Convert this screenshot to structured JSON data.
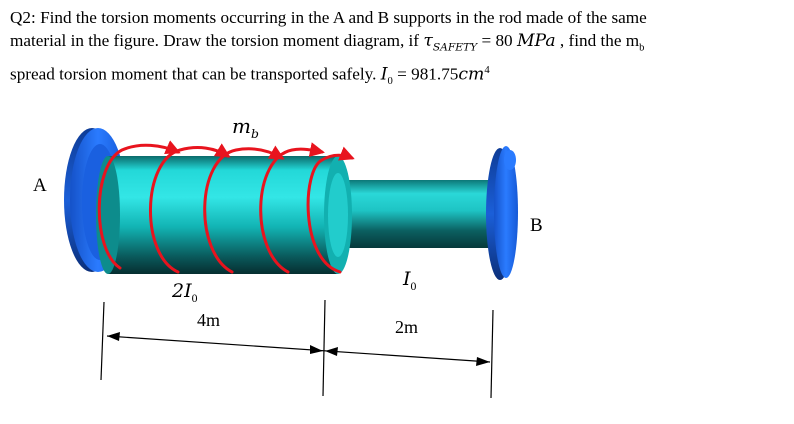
{
  "question": {
    "line1": "Q2: Find the torsion moments occurring in the A and B supports in the rod made of the same",
    "line2_pre": "material in the figure. Draw the torsion moment diagram, if ",
    "tau_symbol": "τ",
    "tau_sub": "SAFETY",
    "equals_stress": " = 80 ",
    "stress_unit": "MPa",
    "line2_post": " , find the m",
    "mb_sub": "b",
    "line3_pre": "spread torsion moment that can be transported safely. ",
    "i0_symbol": "I",
    "i0_sub": "0",
    "i0_equals": " = 981.75",
    "i0_unit": "cm",
    "i0_exp": "4"
  },
  "figure": {
    "support_a_label": "A",
    "support_b_label": "B",
    "moment_symbol": "m",
    "moment_sub": "b",
    "section1_coef": "2",
    "section1_symbol": "I",
    "section1_sub": "0",
    "section2_symbol": "I",
    "section2_sub": "0",
    "length1": "4m",
    "length2": "2m"
  },
  "colors": {
    "support_blue": "#1f6ff0",
    "shaft_cyan": "#14c4c4",
    "arrow_red": "#e8141e"
  }
}
